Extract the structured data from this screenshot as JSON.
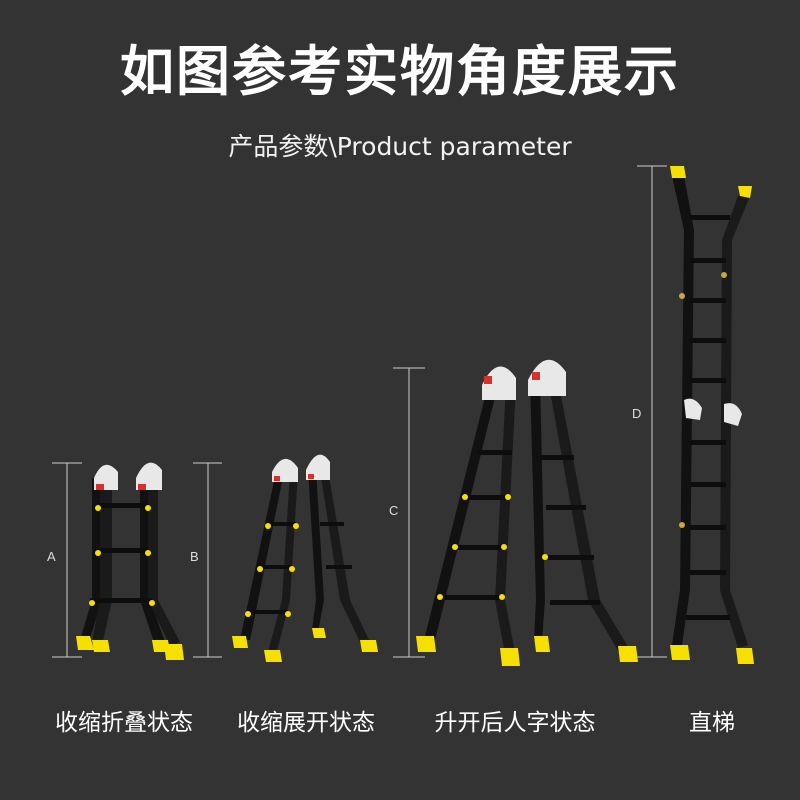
{
  "header": {
    "title": "如图参考实物角度展示",
    "subtitle": "产品参数\\Product parameter"
  },
  "dimensions": {
    "a": "A",
    "b": "B",
    "c": "C",
    "d": "D"
  },
  "captions": {
    "folded": "收缩折叠状态",
    "unfolded": "收缩展开状态",
    "a_frame": "升开后人字状态",
    "straight": "直梯"
  },
  "colors": {
    "background": "#333333",
    "ladder_body": "#111111",
    "ladder_foot": "#f5e000",
    "hinge": "#e8e8e8",
    "hinge_red": "#d9302a",
    "dim_line": "#cccccc"
  }
}
